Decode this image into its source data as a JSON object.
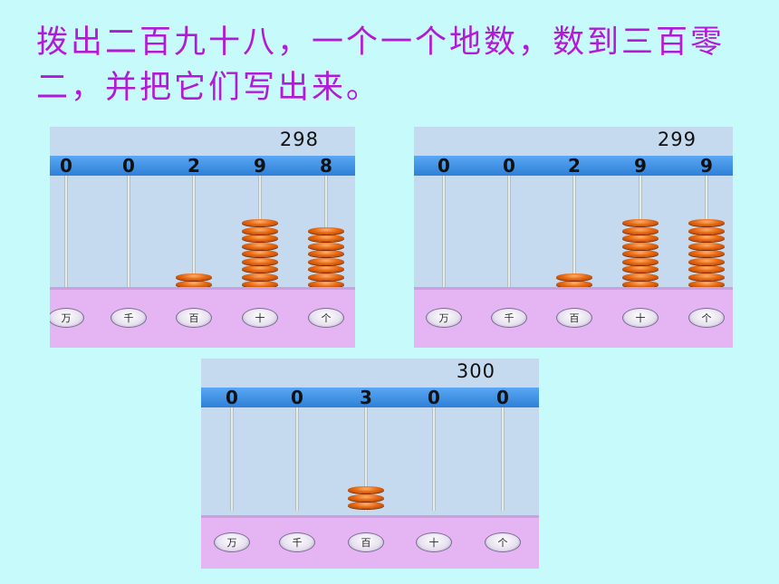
{
  "title": "拨出二百九十八，一个一个地数，数到三百零二，并把它们写出来。",
  "place_labels": [
    "万",
    "千",
    "百",
    "十",
    "个"
  ],
  "abaci": [
    {
      "total": "298",
      "digits": [
        "0",
        "0",
        "2",
        "9",
        "8"
      ],
      "beads": [
        0,
        0,
        2,
        9,
        8
      ]
    },
    {
      "total": "299",
      "digits": [
        "0",
        "0",
        "2",
        "9",
        "9"
      ],
      "beads": [
        0,
        0,
        2,
        9,
        9
      ]
    },
    {
      "total": "300",
      "digits": [
        "0",
        "0",
        "3",
        "0",
        "0"
      ],
      "beads": [
        0,
        0,
        3,
        0,
        0
      ]
    }
  ],
  "colors": {
    "title": "#b21ad6",
    "background": "#c7fbfb",
    "bead": "#e86a12",
    "digit_bar": "#3a8ee8",
    "base": "#e5b4f3"
  }
}
